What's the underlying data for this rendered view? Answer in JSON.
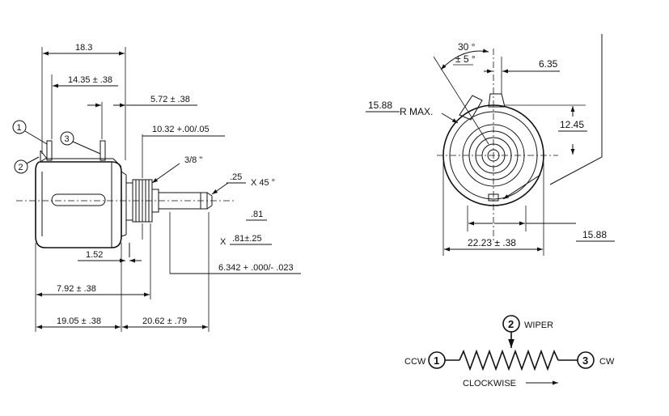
{
  "side_view": {
    "dim_overall_top": "18.3",
    "dim_pin_span": "14.35 ± .38",
    "dim_bushing": "5.72 ± .38",
    "dim_thread": "10.32 +.00/.05",
    "dim_thread_size": "3/8 \"",
    "dim_chamfer": ".25",
    "dim_chamfer_angle": "X 45 °",
    "dim_flat_81": ".81",
    "dim_flat_x": "X",
    "dim_flat_81_tol": ".81±.25",
    "dim_shaft_dia": "6.342 + .000/- .023",
    "dim_152": "1.52",
    "dim_792": "7.92 ± .38",
    "dim_body_len": "19.05 ± .38",
    "dim_shaft_len": "20.62 ± .79",
    "pin_labels": [
      "1",
      "2",
      "3"
    ]
  },
  "front_view": {
    "dim_angle": "30 °",
    "dim_angle_tol": "± 5 °",
    "dim_635": "6.35",
    "dim_radius": "15.88",
    "dim_radius_label": "R MAX.",
    "dim_1245": "12.45",
    "dim_width": "22.23 ± .38",
    "dim_1588_right": "15.88"
  },
  "schematic": {
    "terminal_1": "1",
    "terminal_2": "2",
    "terminal_3": "3",
    "label_ccw": "CCW",
    "label_cw": "CW",
    "label_wiper": "WIPER",
    "label_clockwise": "CLOCKWISE"
  }
}
